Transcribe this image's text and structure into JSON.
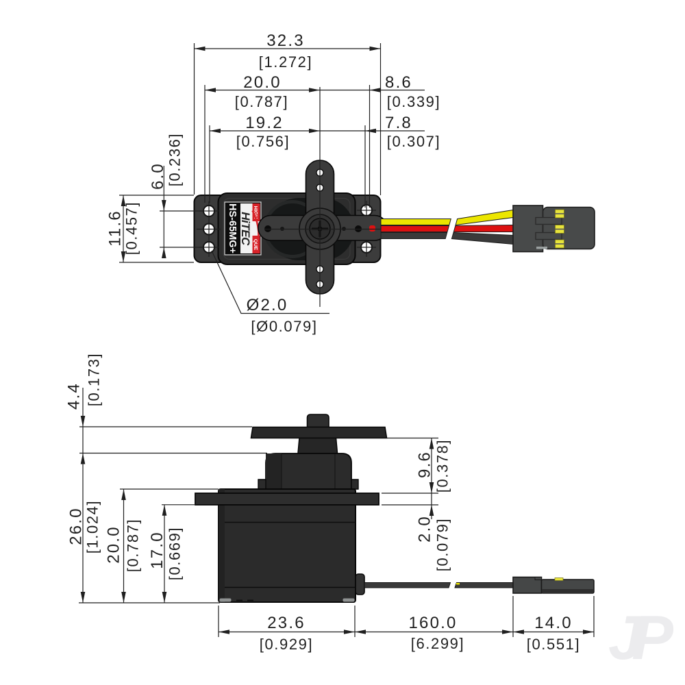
{
  "colors": {
    "bg": "#ffffff",
    "line": "#1f1f1f",
    "body_dark": "#2d2d2d",
    "flange_gray": "#3c3c3c",
    "gear_dark": "#151515",
    "label_red": "#d8232a",
    "wire_yellow": "#ece600",
    "wire_red": "#dd1111",
    "wire_black": "#3a3a3a",
    "connector_gray": "#484a4a",
    "pin_yellow": "#e8e43c",
    "watermark": "#ececee"
  },
  "top_view": {
    "overall_width": {
      "mm": "32.3",
      "inch": "[1.272]"
    },
    "shaft_to_left": {
      "mm": "20.0",
      "inch": "[0.787]"
    },
    "shaft_to_right": {
      "mm": "8.6",
      "inch": "[0.339]"
    },
    "hole_span_left": {
      "mm": "19.2",
      "inch": "[0.756]"
    },
    "hole_span_right": {
      "mm": "7.8",
      "inch": "[0.307]"
    },
    "hole_pitch": {
      "mm": "6.0",
      "inch": "[0.236]"
    },
    "body_width": {
      "mm": "11.6",
      "inch": "[0.457]"
    },
    "hole_diameter": {
      "mm": "Ø2.0",
      "inch": "[Ø0.079]"
    },
    "label": {
      "model": "HS-65MG+",
      "brand": "HiTEC",
      "badge_top": "HIGH",
      "badge_bottom": "QUE"
    }
  },
  "side_view": {
    "horn_height": {
      "mm": "4.4",
      "inch": "[0.173]"
    },
    "total_height": {
      "mm": "26.0",
      "inch": "[1.024]"
    },
    "case_height": {
      "mm": "20.0",
      "inch": "[0.787]"
    },
    "flange_height": {
      "mm": "17.0",
      "inch": "[0.669]"
    },
    "horn_to_flange": {
      "mm": "9.6",
      "inch": "[0.378]"
    },
    "flange_thickness": {
      "mm": "2.0",
      "inch": "[0.079]"
    },
    "body_length": {
      "mm": "23.6",
      "inch": "[0.929]"
    },
    "wire_length": {
      "mm": "160.0",
      "inch": "[6.299]"
    },
    "connector_length": {
      "mm": "14.0",
      "inch": "[0.551]"
    }
  },
  "watermark": "JP"
}
